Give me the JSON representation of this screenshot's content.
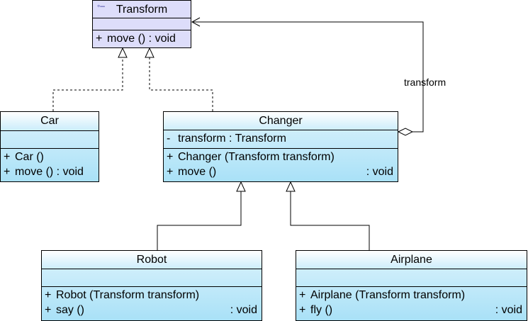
{
  "classes": {
    "transform": {
      "name": "Transform",
      "stereotype_icon": "interface-icon",
      "operations": [
        {
          "visibility": "+",
          "signature": "move ()  : void"
        }
      ]
    },
    "car": {
      "name": "Car",
      "operations": [
        {
          "visibility": "+",
          "signature": "Car ()"
        },
        {
          "visibility": "+",
          "signature": "move ()  : void"
        }
      ]
    },
    "changer": {
      "name": "Changer",
      "attributes": [
        {
          "visibility": "-",
          "signature": "transform  : Transform"
        }
      ],
      "operations": [
        {
          "visibility": "+",
          "signature": "Changer (Transform transform)"
        },
        {
          "visibility": "+",
          "signature": "move ()",
          "type": ": void"
        }
      ]
    },
    "robot": {
      "name": "Robot",
      "operations": [
        {
          "visibility": "+",
          "signature": "Robot (Transform transform)"
        },
        {
          "visibility": "+",
          "signature": "say ()",
          "type": ": void"
        }
      ]
    },
    "airplane": {
      "name": "Airplane",
      "operations": [
        {
          "visibility": "+",
          "signature": "Airplane (Transform transform)"
        },
        {
          "visibility": "+",
          "signature": "fly ()",
          "type": ": void"
        }
      ]
    }
  },
  "relations": {
    "aggregation_label": "transform"
  },
  "colors": {
    "interface_fill": "#ddddfa",
    "class_fill_top": "#cfeefb",
    "class_fill_bottom": "#a9e1f7",
    "line": "#000000"
  }
}
